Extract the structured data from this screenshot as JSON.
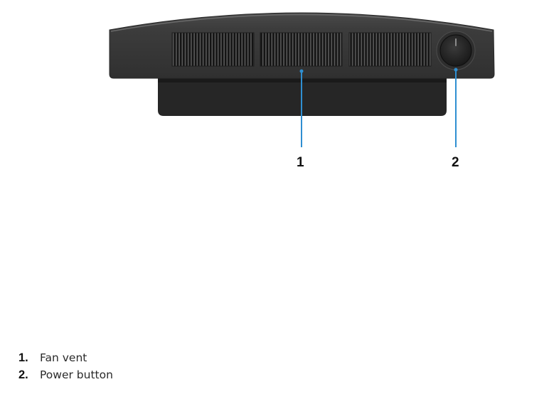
{
  "figure": {
    "device": "device-bottom-view",
    "callouts": [
      {
        "number": "1",
        "target": "fan-vent"
      },
      {
        "number": "2",
        "target": "power-button"
      }
    ],
    "colors": {
      "body": "#3a3a3a",
      "foot": "#262626",
      "grille": "#141414",
      "leader_line": "#2f8fd1",
      "text": "#111111"
    }
  },
  "legend": {
    "items": [
      {
        "number": "1.",
        "label": "Fan vent"
      },
      {
        "number": "2.",
        "label": "Power button"
      }
    ]
  }
}
